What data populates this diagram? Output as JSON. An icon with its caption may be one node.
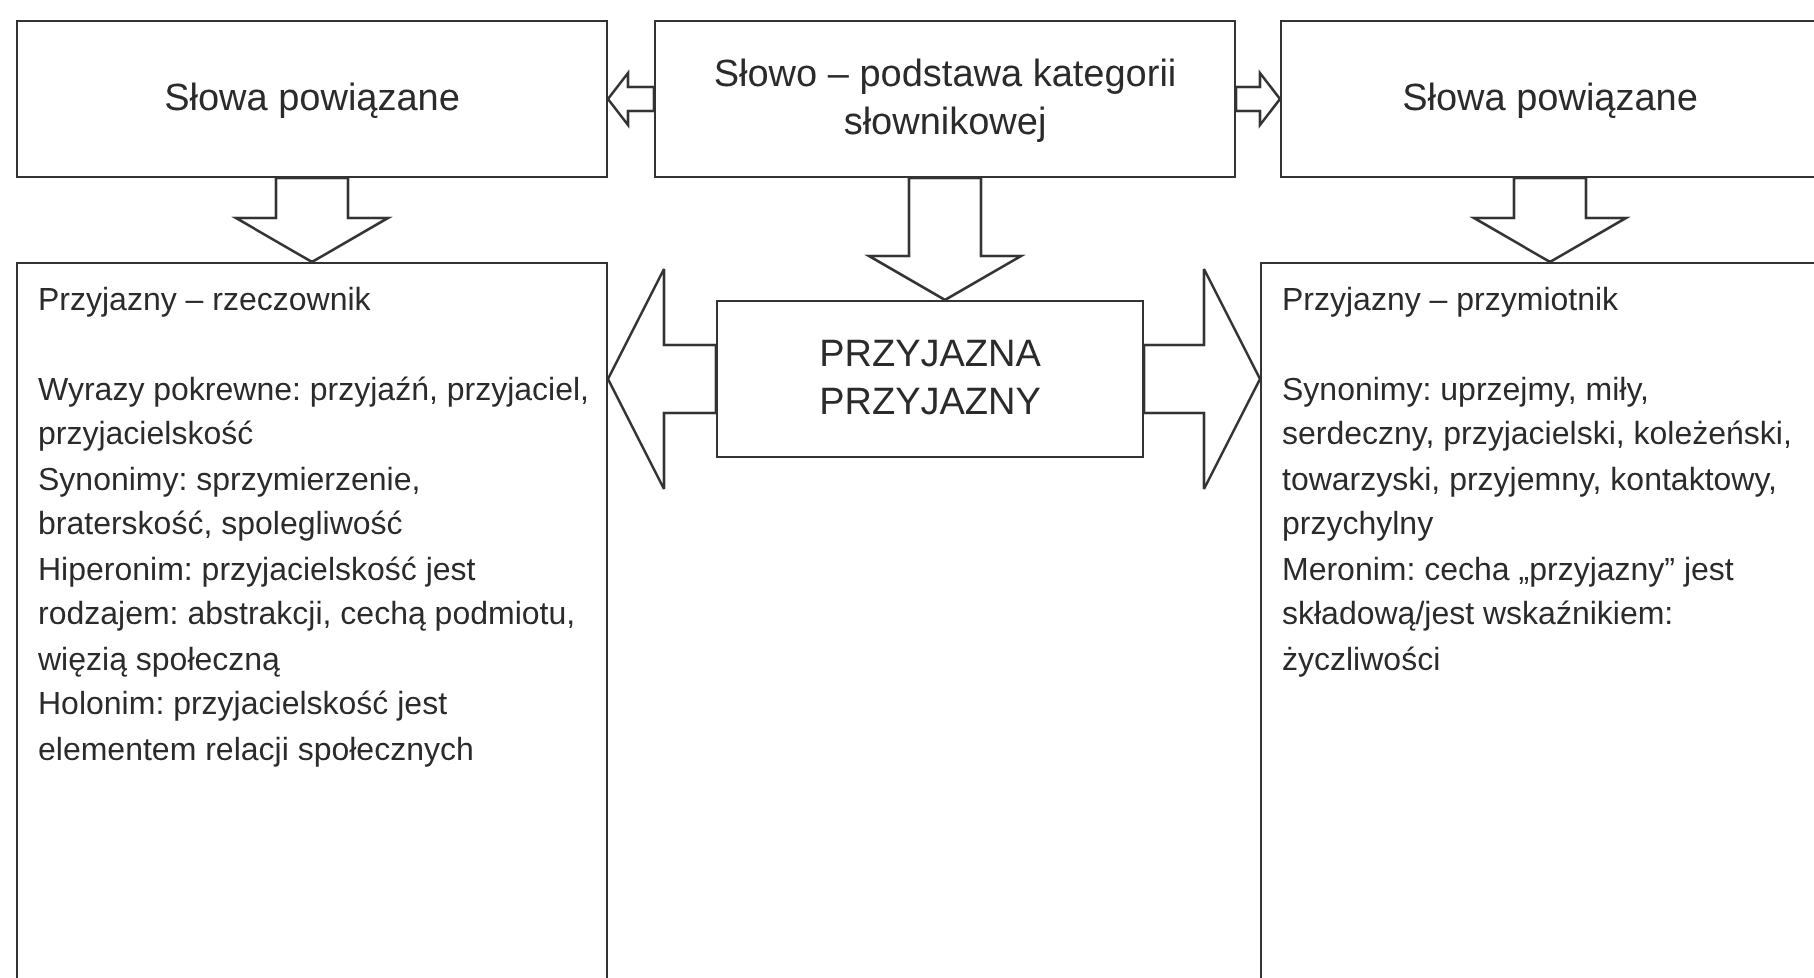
{
  "diagram": {
    "nodes": [
      {
        "text": [
          "Słowa powiązane"
        ]
      },
      {
        "text": [
          "Słowo – podstawa kategorii słownikowej"
        ]
      },
      {
        "text": [
          "Słowa powiązane"
        ]
      },
      {
        "text": [
          "Przyjazny – rzeczownik",
          "Wyrazy pokrewne: przyjaźń, przyjaciel, przyjacielskość",
          "Synonimy: sprzymierzenie, braterskość, spolegliwość",
          "Hiperonim: przyjacielskość jest rodzajem: abstrakcji, cechą podmiotu, więzią społeczną",
          "Holonim: przyjacielskość jest elementem relacji społecznych"
        ]
      },
      {
        "text": [
          "PRZYJAZNA",
          "PRZYJAZNY"
        ]
      },
      {
        "text": [
          "Przyjazny – przymiotnik",
          "Synonimy: uprzejmy, miły, serdeczny, przyjacielski, koleżeński, towarzyski, przyjemny, kontaktowy, przychylny",
          "Meronim: cecha „przyjazny” jest składową/jest wskaźnikiem: życzliwości"
        ]
      }
    ],
    "edges": [
      {
        "from": 1,
        "to": 0,
        "arrow": "to"
      },
      {
        "from": 1,
        "to": 2,
        "arrow": "to"
      },
      {
        "from": 0,
        "to": 3,
        "arrow": "to"
      },
      {
        "from": 1,
        "to": 4,
        "arrow": "to"
      },
      {
        "from": 2,
        "to": 5,
        "arrow": "to"
      },
      {
        "from": 4,
        "to": 3,
        "arrow": "to"
      },
      {
        "from": 4,
        "to": 5,
        "arrow": "to"
      }
    ]
  }
}
